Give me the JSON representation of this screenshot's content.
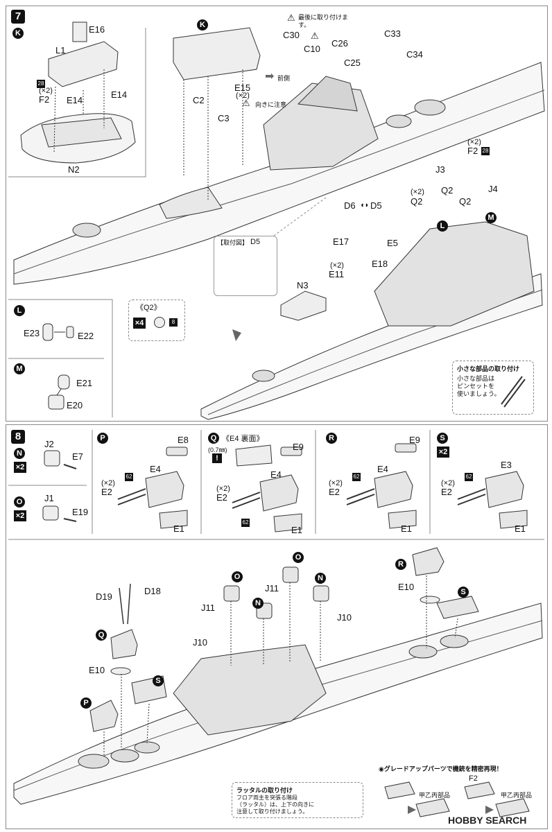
{
  "step7": {
    "number": "7",
    "k_marker": "K",
    "k_parts": {
      "l1": "L1",
      "e16": "E16",
      "f2": "F2",
      "f2_qty": "(×2)",
      "badge_28": "28",
      "e14_a": "E14",
      "e14_b": "E14",
      "n2": "N2"
    },
    "main_parts": {
      "k": "K",
      "c2": "C2",
      "c3": "C3",
      "e15": "E15",
      "e15_qty": "(×2)",
      "direction_note": "向きに注意",
      "forward": "前側",
      "c30": "C30",
      "c30_note": "最後に取り付けます。",
      "c10": "C10",
      "c26": "C26",
      "c25": "C25",
      "c33": "C33",
      "c34": "C34",
      "d6": "D6",
      "d5": "D5"
    },
    "right_parts": {
      "f2_qty": "(×2)",
      "f2": "F2",
      "badge_28": "28",
      "j3": "J3",
      "j4": "J4",
      "q2_a_qty": "(×2)",
      "q2_a": "Q2",
      "q2_b": "Q2",
      "q2_c": "Q2",
      "e5": "E5",
      "m": "M",
      "l": "L"
    },
    "d5_inset": {
      "title": "【取付図】",
      "part": "D5"
    },
    "l_sub": {
      "marker": "L",
      "e23": "E23",
      "e22": "E22"
    },
    "m_sub": {
      "marker": "M",
      "e21": "E21",
      "e20": "E20"
    },
    "q2_box": {
      "title": "《Q2》",
      "qty": "×4",
      "badge": "8"
    },
    "mid_parts": {
      "e17": "E17",
      "e11": "E11",
      "e11_qty": "(×2)",
      "e18": "E18",
      "n3": "N3"
    },
    "tip": {
      "title": "小さな部品の取り付け",
      "text": "小さな部品は\nピンセットを\n使いましょう。"
    }
  },
  "step8": {
    "number": "8",
    "n_sub": {
      "marker": "N",
      "qty": "×2",
      "j2": "J2",
      "e7": "E7"
    },
    "o_sub": {
      "marker": "O",
      "qty": "×2",
      "j1": "J1",
      "e19": "E19"
    },
    "p_sub": {
      "marker": "P",
      "e8": "E8",
      "e4": "E4",
      "e2_qty": "(×2)",
      "e2": "E2",
      "badge": "62",
      "e1": "E1"
    },
    "q_sub": {
      "marker": "Q",
      "title": "《E4 裏面》",
      "drill": "(0.7㎜)",
      "e9": "E9",
      "e4": "E4",
      "e2_qty": "(×2)",
      "e2": "E2",
      "badge": "62",
      "e1": "E1"
    },
    "r_sub": {
      "marker": "R",
      "e9": "E9",
      "e4": "E4",
      "e2_qty": "(×2)",
      "e2": "E2",
      "badge": "62",
      "e1": "E1"
    },
    "s_sub": {
      "marker": "S",
      "qty": "×2",
      "e3": "E3",
      "e2_qty": "(×2)",
      "e2": "E2",
      "badge": "62",
      "e1": "E1"
    },
    "main_parts": {
      "d19": "D19",
      "d18": "D18",
      "q": "Q",
      "e10_left": "E10",
      "s_left": "S",
      "p": "P",
      "j11_left": "J11",
      "j10_left": "J10",
      "o_left": "O",
      "n_left": "N",
      "o_right": "O",
      "j11_right": "J11",
      "n_right": "N",
      "j10_right": "J10",
      "r": "R",
      "e10_right": "E10",
      "s_right": "S"
    },
    "ladder": {
      "title": "ラッタルの取り付け",
      "text": "フロア両主を突張る階段\n（ラッタル）は、上下の向きに\n注意して取り付けましょう。"
    },
    "upgrade": {
      "title": "◉グレードアップパーツで機銃を精密再現！",
      "part": "F2",
      "caption_a": "甲乙丙部品",
      "caption_b": "甲乙丙部品"
    },
    "watermark": "HOBBY SEARCH"
  }
}
